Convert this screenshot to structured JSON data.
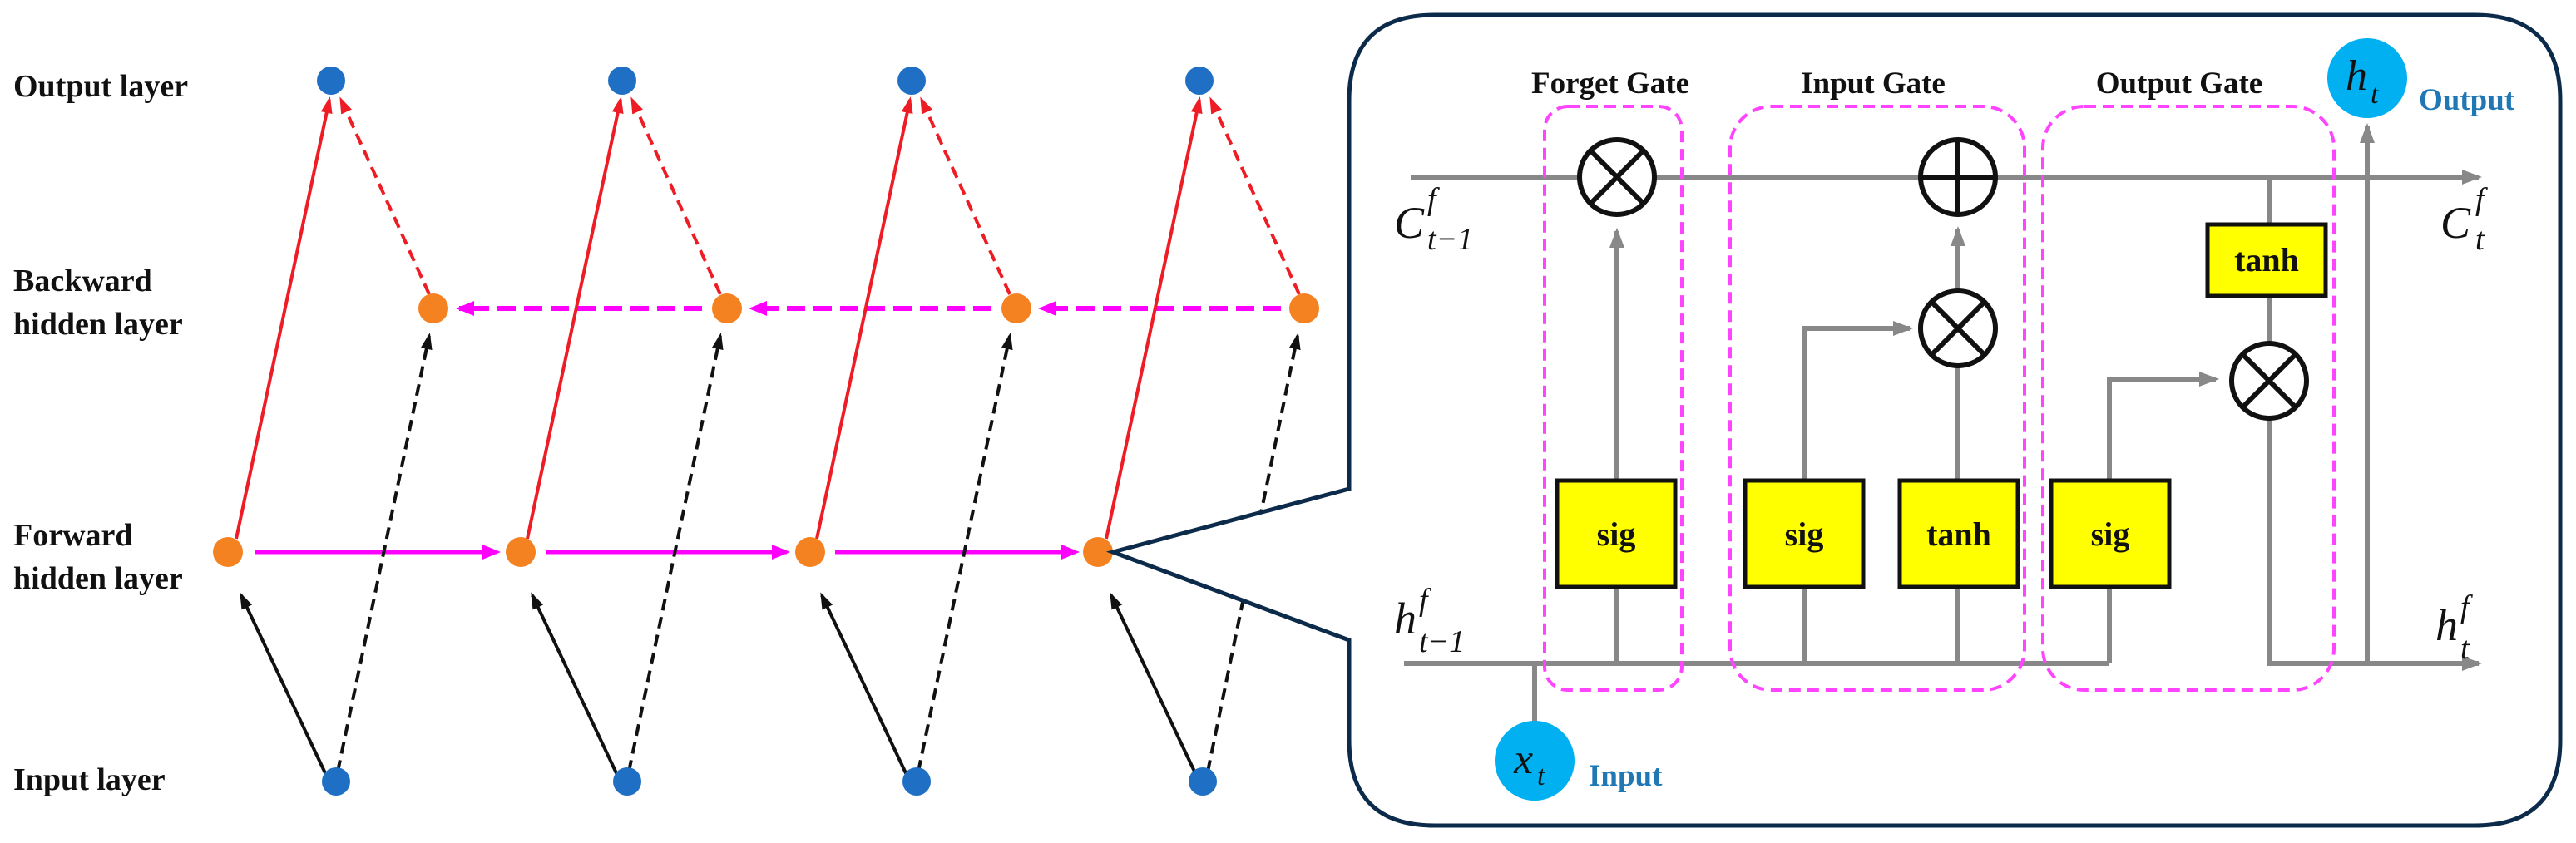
{
  "layers": {
    "output": "Output layer",
    "backward_1": "Backward",
    "backward_2": "hidden layer",
    "forward_1": "Forward",
    "forward_2": "hidden layer",
    "input": "Input layer"
  },
  "gates": {
    "forget": "Forget Gate",
    "input": "Input Gate",
    "output": "Output Gate"
  },
  "boxes": {
    "sig_forget": "sig",
    "sig_input": "sig",
    "tanh_input": "tanh",
    "sig_output": "sig",
    "tanh_cell": "tanh"
  },
  "io": {
    "input_label": "Input",
    "output_label": "Output"
  },
  "math": {
    "c_prev_base": "C",
    "c_prev_sup": "f",
    "c_prev_sub": "t−1",
    "c_base": "C",
    "c_sup": "f",
    "c_sub": "t",
    "h_prev_base": "h",
    "h_prev_sup": "f",
    "h_prev_sub": "t−1",
    "h_base": "h",
    "h_sup": "f",
    "h_sub": "t",
    "x_base": "x",
    "x_sub": "t",
    "ht_base": "h",
    "ht_sub": "t"
  },
  "colors": {
    "output_input_node": "#1f6fc4",
    "hidden_node": "#f58220",
    "red_arrow": "#ee1c24",
    "magenta_arrow": "#ff00ff",
    "black_arrow": "#111111",
    "gate_box": "#ffff00",
    "gate_outline": "#ff44ff",
    "flow_line": "#888888",
    "panel_border": "#0c2a4a",
    "io_circle": "#00b0f0",
    "io_text": "#1f77b4"
  },
  "icons": {
    "multiply": "circled-times-icon",
    "add": "circled-plus-icon"
  }
}
